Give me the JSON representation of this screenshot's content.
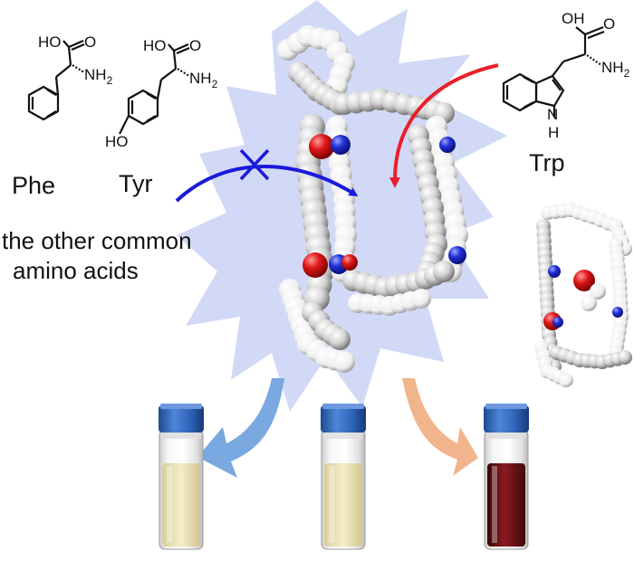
{
  "amino_acids": {
    "phe": {
      "name": "Phe",
      "groups": {
        "acid": "HO",
        "carbonyl": "O",
        "amine": "NH2"
      }
    },
    "tyr": {
      "name": "Tyr",
      "groups": {
        "acid": "HO",
        "carbonyl": "O",
        "amine": "NH2",
        "hydroxyl": "HO"
      }
    },
    "trp": {
      "name": "Trp",
      "groups": {
        "acid": "OH",
        "carbonyl": "O",
        "amine": "NH2",
        "indole_n": "N",
        "indole_h": "H"
      }
    }
  },
  "others": {
    "line1": "the other common",
    "line2": "amino acids"
  },
  "colors": {
    "blocked_arrow": "#1a1adb",
    "trp_arrow": "#e8202a",
    "burst": "#c9d2f5",
    "to_vial_left": "#7aa8e0",
    "to_vial_right": "#f2b48c",
    "clear_solution": "#ece3b8",
    "red_solution": "#6a1418",
    "cap": "#2f63b8"
  },
  "icons": [
    "cross-mark",
    "macrocycle-model",
    "macrocycle-side-view",
    "vial"
  ]
}
